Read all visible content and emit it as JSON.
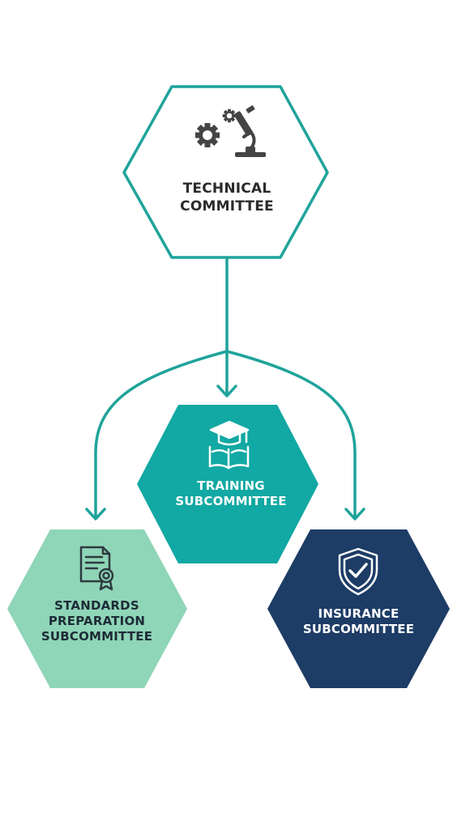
{
  "diagram": {
    "colors": {
      "connector": "#1fa39b",
      "technical_stroke": "#1fa39b",
      "technical_fill": "#ffffff",
      "training_fill": "#12a8a3",
      "standards_fill": "#8fd5b7",
      "insurance_fill": "#1d3c66",
      "icon_dark": "#444444"
    },
    "nodes": {
      "technical": {
        "line1": "TECHNICAL",
        "line2": "COMMITTEE",
        "icon": "gears-microscope-icon"
      },
      "training": {
        "line1": "TRAINING",
        "line2": "SUBCOMMITTEE",
        "icon": "graduation-book-icon"
      },
      "standards": {
        "line1": "STANDARDS",
        "line2": "PREPARATION",
        "line3": "SUBCOMMITTEE",
        "icon": "certificate-icon"
      },
      "insurance": {
        "line1": "INSURANCE",
        "line2": "SUBCOMMITTEE",
        "icon": "shield-check-icon"
      }
    }
  }
}
